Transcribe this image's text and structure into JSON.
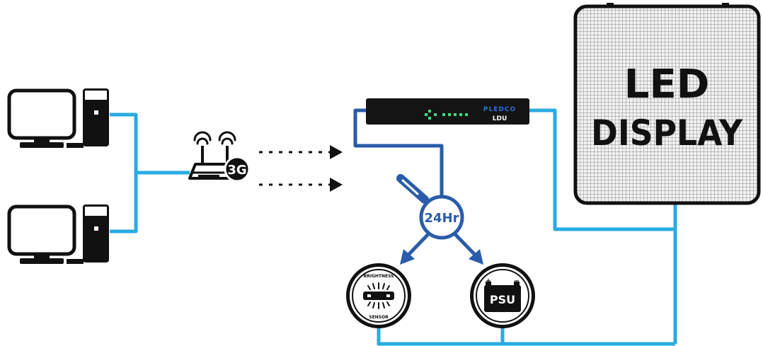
{
  "router": {
    "badge": "3G"
  },
  "controller": {
    "brand": "PLEDCO",
    "model": "LDU"
  },
  "monitor": {
    "label": "24Hr"
  },
  "sensor": {
    "top_label": "BRIGHTNESS",
    "bottom_label": "SENSOR"
  },
  "psu": {
    "label": "PSU",
    "plus": "+",
    "minus": "−"
  },
  "display": {
    "line1": "LED",
    "line2": "DISPLAY"
  },
  "colors": {
    "cable_light": "#29abe2",
    "cable_dark": "#2a5caa",
    "outline": "#1a1a1a",
    "led_green": "#3ddc84"
  },
  "icons": [
    "computer-icon",
    "wifi-icon",
    "router-icon",
    "magnifier-icon",
    "brightness-sensor-icon",
    "battery-icon",
    "arrow-icon"
  ]
}
